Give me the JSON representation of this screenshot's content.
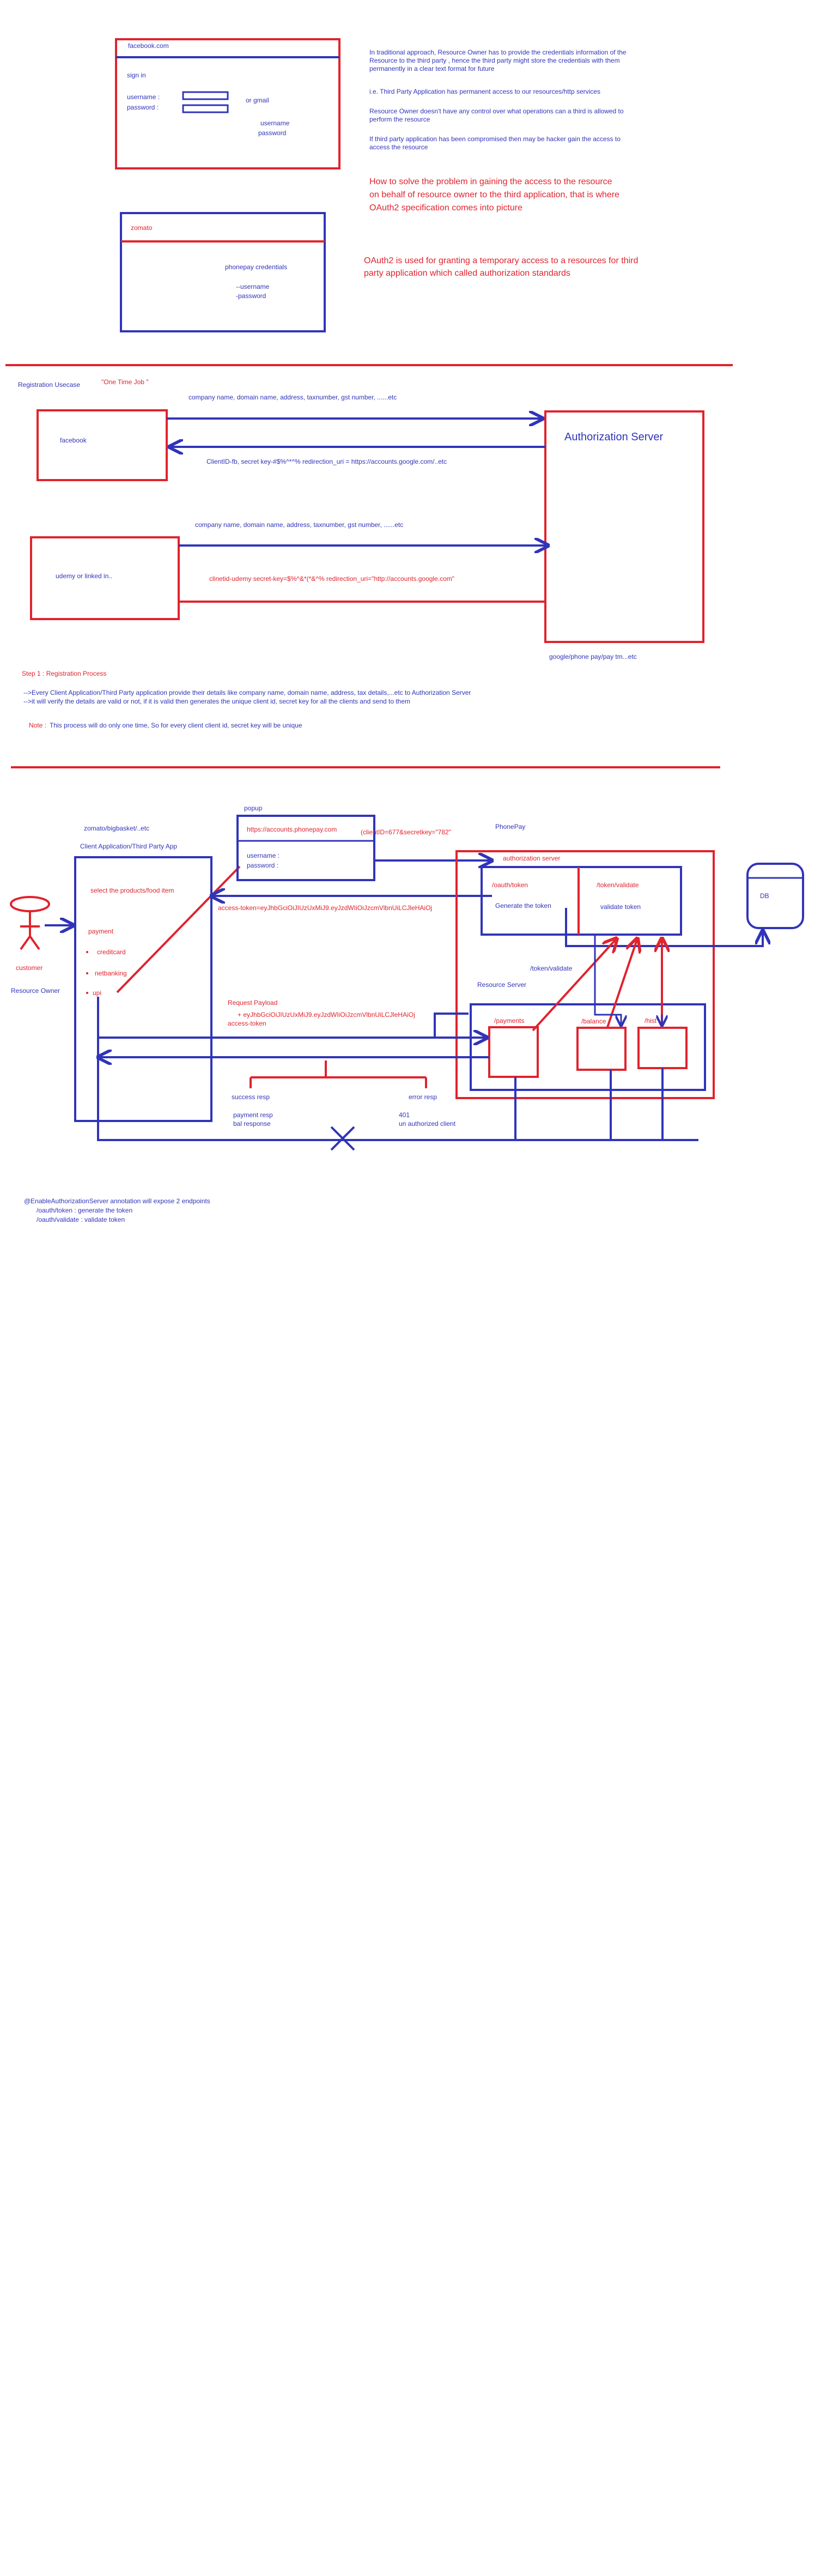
{
  "colors": {
    "blue": "#3034b8",
    "red": "#e0232d",
    "background": "#ffffff"
  },
  "section1": {
    "facebook_box": {
      "title": "facebook.com",
      "sign_in": "sign in",
      "username_label": "username :",
      "password_label": "password :",
      "or_gmail": "or gmail",
      "creds": [
        "username",
        "password"
      ]
    },
    "notes": [
      [
        "In traditional approach, Resource Owner has to provide the credentials information of the",
        "Resource to the third party , hence the third party might store the credentials with them",
        "permanently in a clear text format for future"
      ],
      [
        "i.e. Third Party Application has permanent access to our resources/http services"
      ],
      [
        "Resource Owner doesn't have any control over what operations can a third is allowed to",
        "perform the resource"
      ],
      [
        "If third party  application has been compromised then may be hacker gain the access to",
        "access the resource"
      ]
    ],
    "question": [
      "How to solve the problem in gaining the access to the resource",
      "on behalf of resource owner to the third application, that is where",
      "OAuth2 specification comes into picture"
    ],
    "zomato_box": {
      "title": "zomato",
      "phonepay": "phonepay credentials",
      "username": "--username",
      "password": "-password"
    },
    "oauth_note": [
      "OAuth2 is used for granting a temporary access to a resources for third",
      "party application which called authorization standards"
    ]
  },
  "section2": {
    "registration_usecase": "Registration Usecase",
    "one_time_job": "\"One Time Job \"",
    "facebook_label": "facebook",
    "udemy_label": "udemy or linked in..",
    "arrow1_label": "company name, domain name, address, taxnumber, gst number, ......etc",
    "arrow2_label": "ClientID-fb, secret key-#$%^*^%  redirection_uri = https://accounts.google.com/..etc",
    "arrow3_label": "company name, domain name, address, taxnumber, gst number, ......etc",
    "arrow4_label": "clinetid-udemy  secret-key=$%^&*(*&^%  redirection_uri=\"http://accounts.google.com\"",
    "auth_server": "Authorization Server",
    "auth_examples": "google/phone pay/pay tm...etc",
    "step_title": "Step 1 : Registration Process",
    "step_lines": [
      "-->Every Client Application/Third Party application provide their details like company name, domain name, address, tax details,...etc  to Authorization Server",
      "-->it will verify the details are valid or not, if it is valid then generates the unique client id, secret key for all the clients and send to them"
    ],
    "note_label": "Note :",
    "note_text": "This process will do only one time, So for every client client id, secret key will be unique"
  },
  "section3": {
    "customer": "customer",
    "resource_owner": "Resource Owner",
    "client_examples": "zomato/bigbasket/..etc",
    "client_title": "Client Application/Third Party App",
    "select_products": "select the products/food item",
    "payment": "payment",
    "payment_options": [
      "creditcard",
      "netbanking",
      "upi"
    ],
    "popup": "popup",
    "popup_url": "https://accounts.phonepay.com",
    "popup_username": "username :",
    "popup_password": "password :",
    "client_id_secret": "(clientID=677&secretkey=\"782\"",
    "phonepay": "PhonePay",
    "authorization_server": "authorization server",
    "oauth_token": "/oauth/token",
    "generate_token": "Generate the token",
    "token_validate": "/token/validate",
    "validate_token": "validate token",
    "db": "DB",
    "token_validate_mid": "/token/validate",
    "resource_server": "Resource Server",
    "payments": "/payments",
    "balance": "/balance",
    "history": "/hist",
    "access_token": "access-token=eyJhbGciOiJIUzUxMiJ9.eyJzdWIiOiJzcmVlbnUiLCJleHAiOj",
    "request_payload": "Request Payload",
    "payload_plus": "+ eyJhbGciOiJIUzUxMiJ9.eyJzdWIiOiJzcmVlbnUiLCJleHAiOj",
    "access_token_label": "access-token",
    "success_resp": "success resp",
    "error_resp": "error resp",
    "payment_resp": "payment resp",
    "bal_response": "bal response",
    "code_401": "401",
    "unauthorized": "un authorized client",
    "footer_lines": [
      "@EnableAuthorizationServer annotation will expose 2 endpoints",
      "/oauth/token    :  generate the token",
      "/oauth/validate  :  validate token"
    ]
  }
}
